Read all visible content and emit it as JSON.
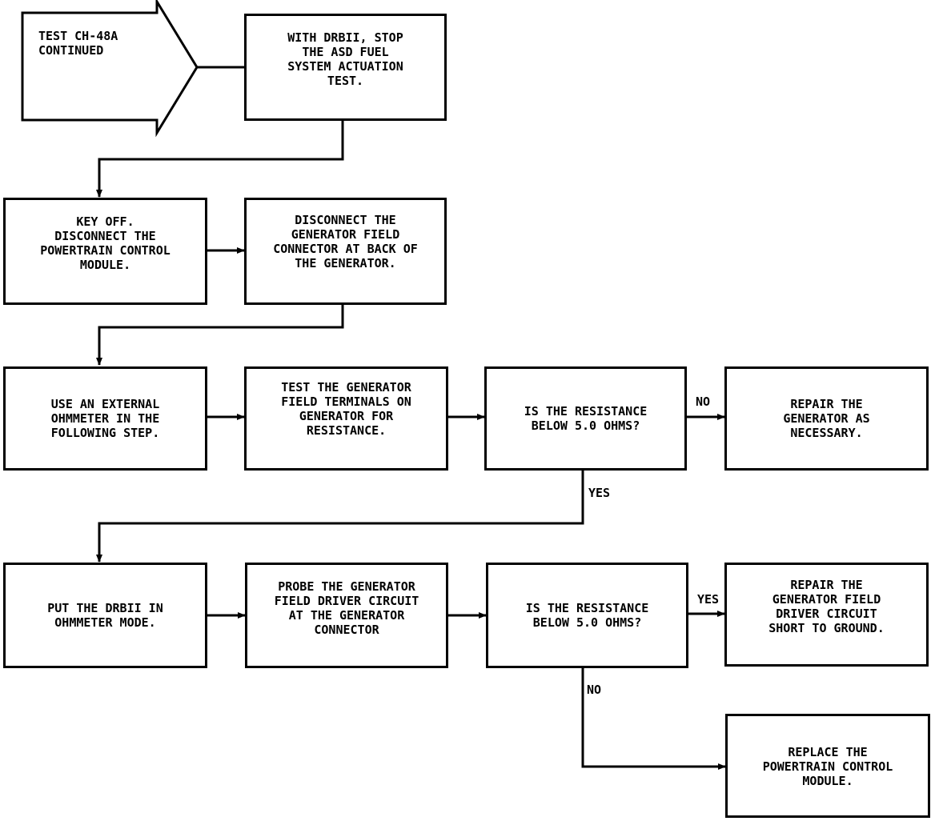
{
  "diagram": {
    "start": {
      "label": "TEST CH-48A\nCONTINUED"
    },
    "steps": {
      "stop_asd_test": "WITH DRBII, STOP\nTHE ASD FUEL\nSYSTEM ACTUATION\nTEST.",
      "key_off": "KEY OFF.\nDISCONNECT THE\nPOWERTRAIN CONTROL\nMODULE.",
      "disconnect_field": "DISCONNECT THE\nGENERATOR FIELD\nCONNECTOR AT BACK OF\nTHE GENERATOR.",
      "use_ohmmeter": "USE AN EXTERNAL\nOHMMETER IN THE\nFOLLOWING STEP.",
      "test_terminals": "TEST THE GENERATOR\nFIELD TERMINALS ON\nGENERATOR FOR\nRESISTANCE.",
      "question_1": "IS THE RESISTANCE\nBELOW 5.0 OHMS?",
      "repair_generator": "REPAIR THE\nGENERATOR AS\nNECESSARY.",
      "put_drbii": "PUT THE DRBII IN\nOHMMETER MODE.",
      "probe_driver": "PROBE THE GENERATOR\nFIELD DRIVER CIRCUIT\nAT THE GENERATOR\nCONNECTOR",
      "question_2": "IS THE RESISTANCE\nBELOW 5.0 OHMS?",
      "repair_driver": "REPAIR THE\nGENERATOR FIELD\nDRIVER CIRCUIT\nSHORT TO GROUND.",
      "replace_pcm": "REPLACE THE\nPOWERTRAIN CONTROL\nMODULE."
    },
    "edge_labels": {
      "q1_no": "NO",
      "q1_yes": "YES",
      "q2_yes": "YES",
      "q2_no": "NO"
    }
  }
}
